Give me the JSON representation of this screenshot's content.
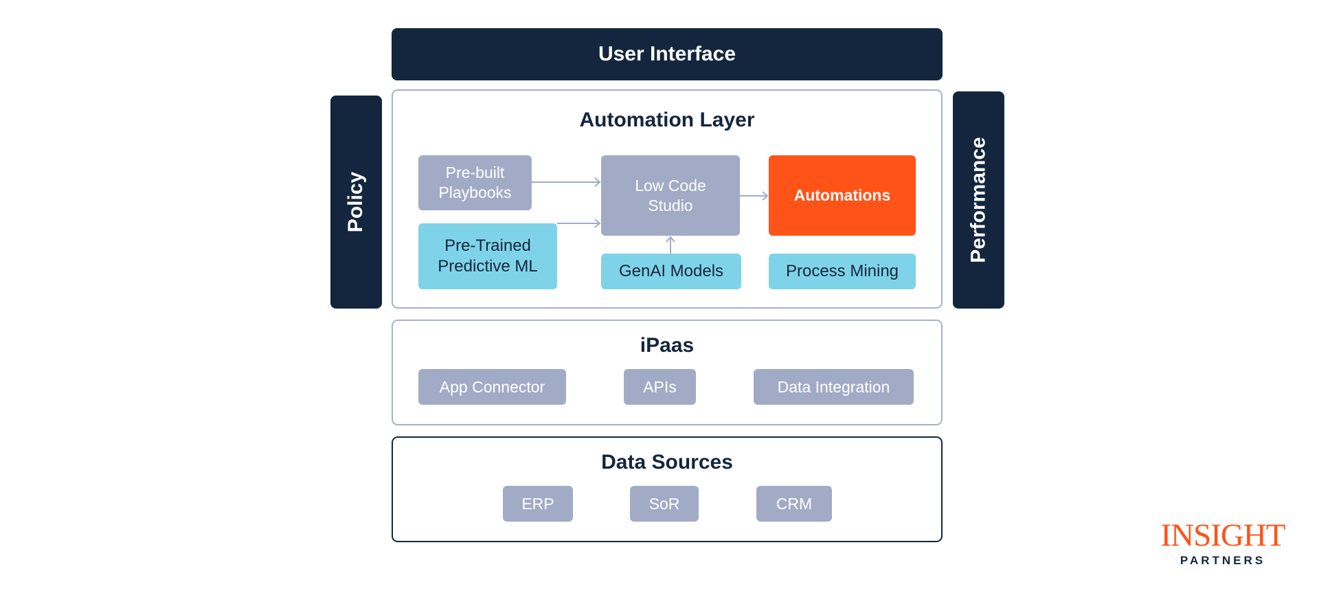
{
  "user_interface": {
    "label": "User Interface"
  },
  "policy": {
    "label": "Policy"
  },
  "performance": {
    "label": "Performance"
  },
  "automation_layer": {
    "title": "Automation Layer",
    "prebuilt_playbooks": "Pre-built\nPlaybooks",
    "pretrained_ml": "Pre-Trained\nPredictive ML",
    "low_code_studio": "Low Code\nStudio",
    "genai_models": "GenAI Models",
    "automations": "Automations",
    "process_mining": "Process Mining"
  },
  "ipaas": {
    "title": "iPaas",
    "items": [
      "App Connector",
      "APIs",
      "Data Integration"
    ]
  },
  "data_sources": {
    "title": "Data Sources",
    "items": [
      "ERP",
      "SoR",
      "CRM"
    ]
  },
  "logo": {
    "main": "INSIGHT",
    "sub": "PARTNERS"
  },
  "colors": {
    "navy": "#14263d",
    "gray": "#a1abc6",
    "cyan": "#7fd3e8",
    "orange": "#ff5317"
  }
}
